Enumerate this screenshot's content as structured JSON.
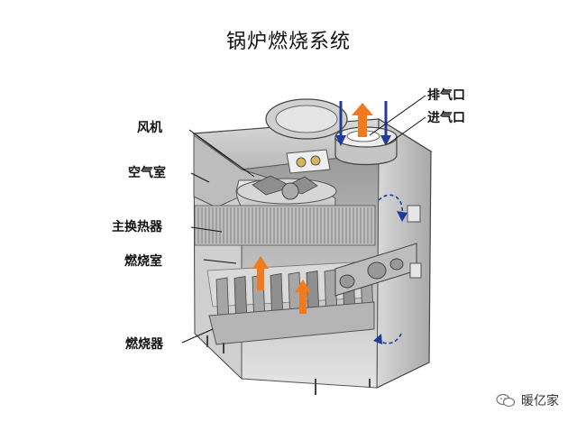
{
  "title": "锅炉燃烧系统",
  "labels": {
    "fan": "风机",
    "air_chamber": "空气室",
    "main_heat_exchanger": "主换热器",
    "combustion_chamber": "燃烧室",
    "burner": "燃烧器",
    "exhaust_port": "排气口",
    "intake_port": "进气口"
  },
  "watermark": {
    "text": "暖亿家",
    "icon": "wechat-icon"
  },
  "colors": {
    "airflow_arrow": "#1f3c9c",
    "hot_gas_arrow": "#f07a1d"
  }
}
